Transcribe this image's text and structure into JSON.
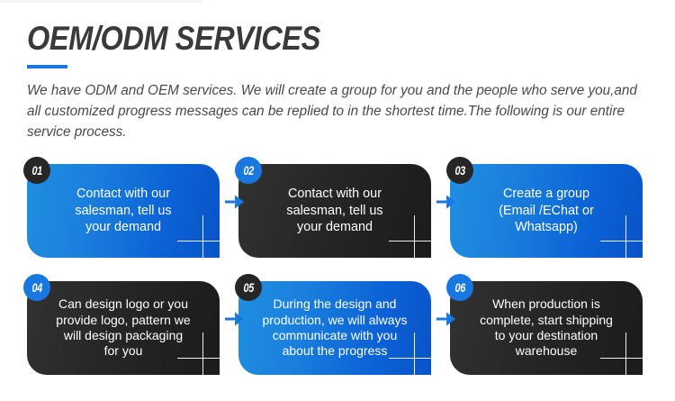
{
  "header": {
    "title": "OEM/ODM SERVICES",
    "description": "We have ODM and OEM services. We will create a group for you and the people who serve you,and all customized progress messages can be replied to in the shortest time.The following is our entire service process.",
    "accent_color": "#1878e0"
  },
  "theme": {
    "blue_card_gradient_from": "#1f8fe0",
    "blue_card_gradient_to": "#0a53c8",
    "dark_card_gradient_from": "#323232",
    "dark_card_gradient_to": "#1b1b1b",
    "badge_dark": "#262626",
    "badge_blue": "#1878e0",
    "arrow_color": "#1878e0",
    "text_color": "#ffffff"
  },
  "flow": {
    "rows": [
      {
        "steps": [
          {
            "number": "01",
            "text": "Contact with our\nsalesman, tell us\nyour demand",
            "card_style": "blue",
            "badge_style": "dark",
            "dense": false
          },
          {
            "number": "02",
            "text": "Contact with our\nsalesman, tell us\nyour demand",
            "card_style": "dark",
            "badge_style": "blue",
            "dense": false
          },
          {
            "number": "03",
            "text": "Create a group\n(Email /EChat or\nWhatsapp)",
            "card_style": "blue",
            "badge_style": "dark",
            "dense": false
          }
        ]
      },
      {
        "steps": [
          {
            "number": "04",
            "text": "Can design logo or you\nprovide logo, pattern we\nwill design packaging\nfor you",
            "card_style": "dark",
            "badge_style": "blue",
            "dense": true
          },
          {
            "number": "05",
            "text": "During the design and\nproduction, we will always\ncommunicate with you\nabout the progress",
            "card_style": "blue",
            "badge_style": "dark",
            "dense": true
          },
          {
            "number": "06",
            "text": "When production is\ncomplete, start shipping\nto your destination\nwarehouse",
            "card_style": "dark",
            "badge_style": "blue",
            "dense": true
          }
        ]
      }
    ]
  }
}
